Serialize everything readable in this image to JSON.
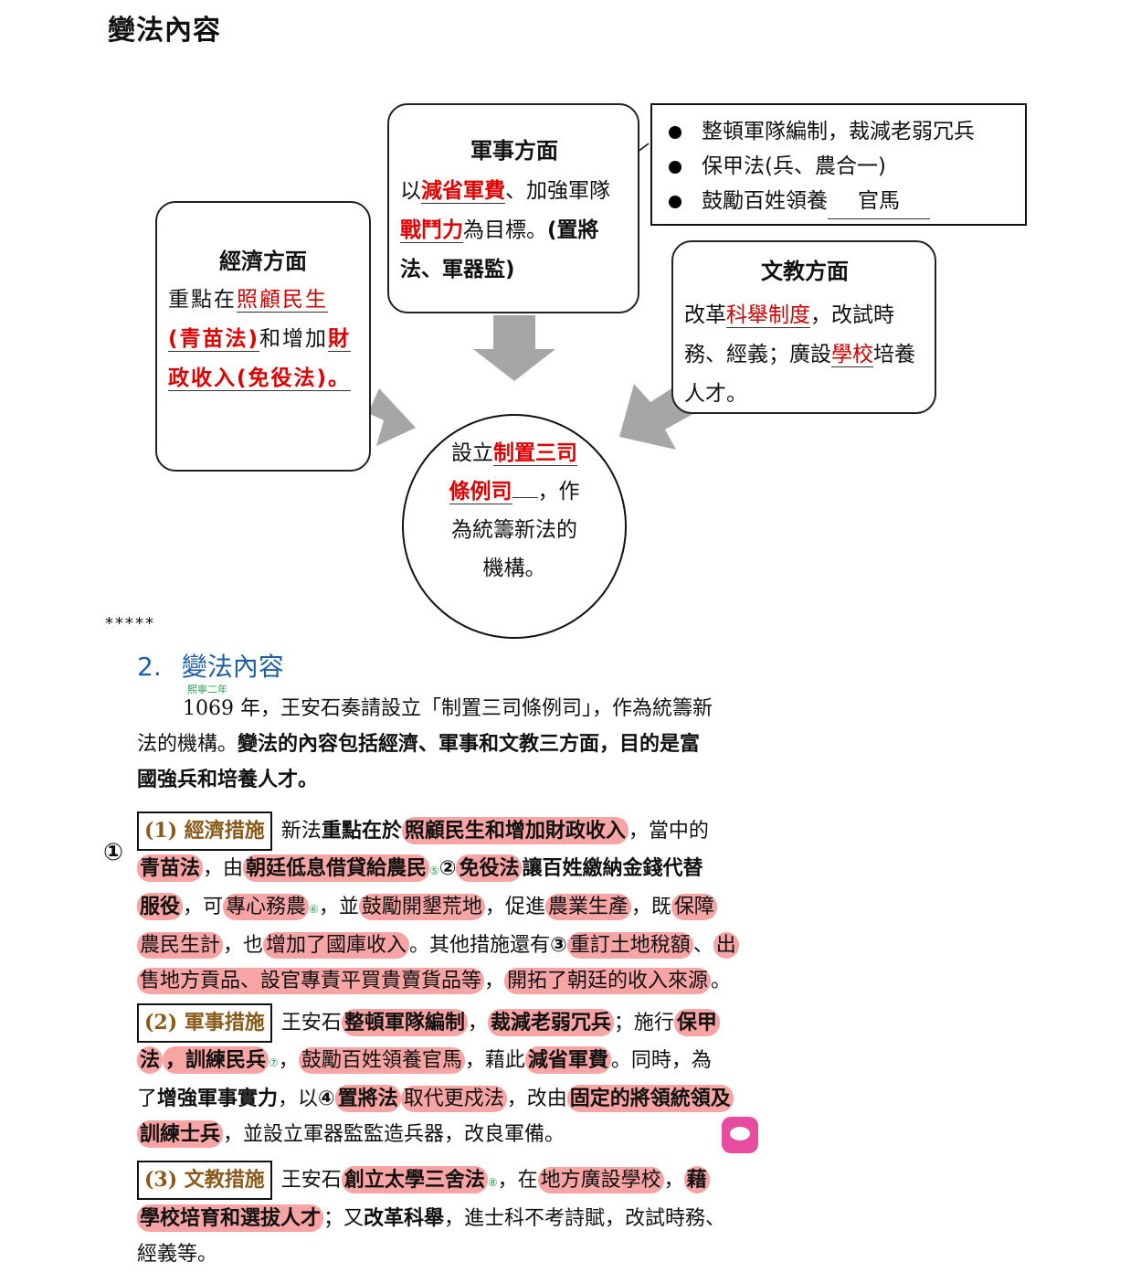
{
  "title": "變法內容",
  "econ": {
    "heading": "經濟方面",
    "p1": "重點在",
    "r1": "照顧民生",
    "r2": "(青苗法)",
    "p2": "和增加",
    "r3": "財",
    "r4": "政收入(免役法)",
    "p3": "。"
  },
  "military": {
    "heading": "軍事方面",
    "p1": "以",
    "r1": "減省軍費",
    "p2": "、加強軍隊",
    "r2": "戰鬥力",
    "p3": "為目標。",
    "p4": "(置將法、軍器監)"
  },
  "culture": {
    "heading": "文教方面",
    "p1": "改革",
    "r1": "科舉制度",
    "p2": "，改試時務、經義；廣設",
    "r2": "學校",
    "p3": "培養人才。"
  },
  "legend": {
    "item1": "整頓軍隊編制，裁減老弱冗兵",
    "item2": "保甲法(兵、農合一)",
    "item3_pre": "鼓勵百姓領養",
    "item3_fill": "官馬"
  },
  "center": {
    "p1": "設立",
    "r1": "制置三司",
    "r2": "條例司",
    "p2": "，作",
    "p3": "為統籌新法的",
    "p4": "機構。"
  },
  "separator": "*****",
  "textbook": {
    "section_num": "2.",
    "section_title": "變法內容",
    "ruby": "熙寧二年",
    "intro1": "1069 年，王安石奏請設立「制置三司條例司」，作為統籌新",
    "intro2": "法的機構。",
    "intro2b": "變法的內容包括經濟、軍事和文教三方面，目的是富",
    "intro3": "國強兵和培養人才。",
    "econ_label": "(1) 經濟措施",
    "e1a": "新法",
    "e1b": "重點在於",
    "e1c": "照顧民生和增加財政收入",
    "e1d": "，當中的",
    "e2a": "青苗法",
    "e2b": "，由",
    "e2c": "朝廷低息借貸給農民",
    "e2n": "⑤",
    "e2d": "免役法",
    "e2e": "讓百姓繳納金錢代替",
    "e3a": "服役",
    "e3b": "，可",
    "e3c": "專心務農",
    "e3n": "⑥",
    "e3d": "，並",
    "e3e": "鼓勵開墾荒地",
    "e3f": "，促進",
    "e3g": "農業生產",
    "e3h": "，既",
    "e3i": "保障",
    "e4a": "農民生計",
    "e4b": "，也",
    "e4c": "增加了國庫收入",
    "e4d": "。其他措施還有",
    "e4e": "重訂土地稅額",
    "e4f": "、",
    "e4g": "出",
    "e5a": "售地方貢品、設官專責平買貴賣貨品等",
    "e5b": "，",
    "e5c": "開拓了朝廷的收入來源",
    "e5d": "。",
    "mil_label": "(2) 軍事措施",
    "m1a": "王安石",
    "m1b": "整頓軍隊編制",
    "m1c": "，",
    "m1d": "裁減老弱冗兵",
    "m1e": "；施行",
    "m1f": "保甲",
    "m2a": "法",
    "m2b": "，訓練民兵",
    "m2n": "⑦",
    "m2c": "，",
    "m2d": "鼓勵百姓領養官馬",
    "m2e": "，藉此",
    "m2f": "減省軍費",
    "m2g": "。同時，為",
    "m3a": "了",
    "m3b": "增強軍事實力",
    "m3c": "，以",
    "m3d": "置將法",
    "m3e": "取代更戍法",
    "m3f": "，改由",
    "m3g": "固定的將領統領及",
    "m4a": "訓練士兵",
    "m4b": "，並設立軍器監監造兵器，改良軍備。",
    "cul_label": "(3) 文教措施",
    "c1a": "王安石",
    "c1b": "創立太學三舍法",
    "c1n": "⑧",
    "c1c": "，在",
    "c1d": "地方廣設學校",
    "c1e": "，",
    "c1f": "藉",
    "c2a": "學校培育和選拔人才",
    "c2b": "；又",
    "c2c": "改革科舉",
    "c2d": "，進士科不考詩賦，改試時務、",
    "c3a": "經義等。",
    "ann1": "①",
    "ann2": "②",
    "ann3": "③",
    "ann4": "④"
  },
  "colors": {
    "highlight": "#f05a5a",
    "answer_red": "#e00000",
    "heading_blue": "#1b5fa8",
    "arrow_gray": "#a6a6a6"
  }
}
